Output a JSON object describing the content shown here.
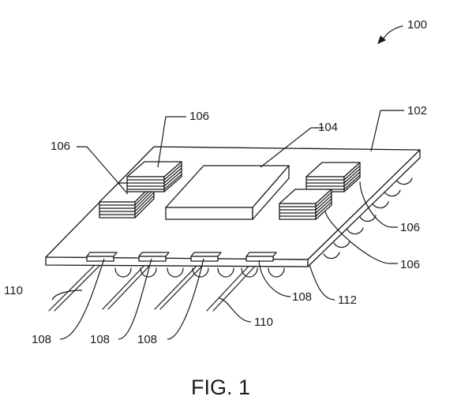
{
  "figure": {
    "caption": "FIG. 1",
    "labels": {
      "ref_100": "100",
      "ref_102": "102",
      "ref_104": "104",
      "ref_106_top": "106",
      "ref_106_left": "106",
      "ref_106_right_upper": "106",
      "ref_106_right_lower": "106",
      "ref_108_a": "108",
      "ref_108_b": "108",
      "ref_108_c": "108",
      "ref_108_right": "108",
      "ref_110_left": "110",
      "ref_110_bottom": "110",
      "ref_112": "112"
    }
  }
}
